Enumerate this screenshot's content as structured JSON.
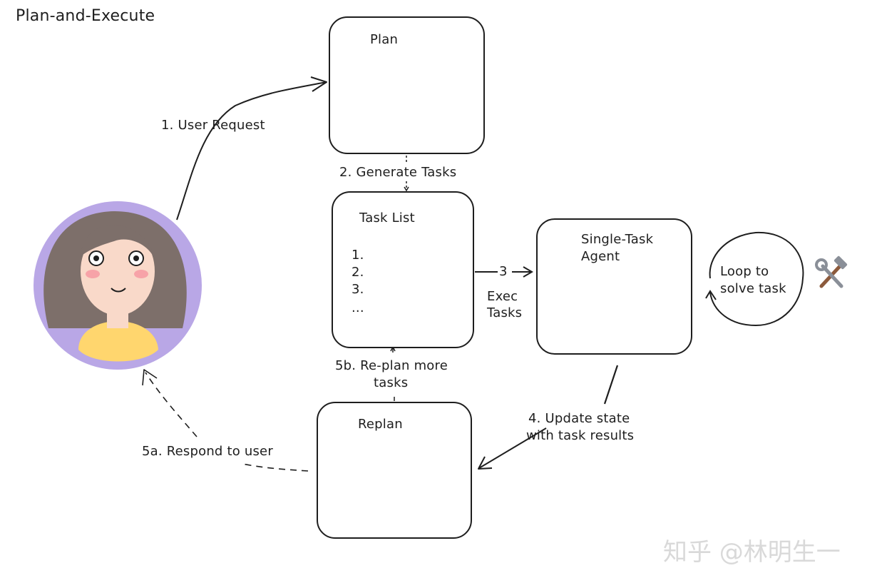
{
  "diagram": {
    "title": "Plan-and-Execute",
    "nodes": {
      "plan": {
        "label": "Plan"
      },
      "task_list": {
        "label": "Task List",
        "items": [
          "1.",
          "2.",
          "3.",
          "..."
        ]
      },
      "agent": {
        "label_line1": "Single-Task",
        "label_line2": "Agent"
      },
      "replan": {
        "label": "Replan"
      },
      "loop": {
        "label_line1": "Loop to",
        "label_line2": "solve task"
      }
    },
    "edges": {
      "user_request": "1. User Request",
      "generate_tasks": "2. Generate Tasks",
      "exec_num": "3",
      "exec_line1": "Exec",
      "exec_line2": "Tasks",
      "update_line1": "4. Update state",
      "update_line2": "with task results",
      "respond": "5a. Respond to user",
      "replan_line1": "5b. Re-plan more",
      "replan_line2": "tasks"
    },
    "icons": {
      "tools": "hammer-and-wrench-icon",
      "brain": "brain-icon",
      "user": "user-avatar"
    },
    "watermark": "知乎 @林明生一",
    "colors": {
      "stroke": "#1e1e1e",
      "brain": "#f4b6bd",
      "avatar_bg": "#b9a7e6",
      "hair": "#7d6f6a",
      "skin": "#f9d9c9",
      "shirt": "#ffd66e"
    }
  }
}
